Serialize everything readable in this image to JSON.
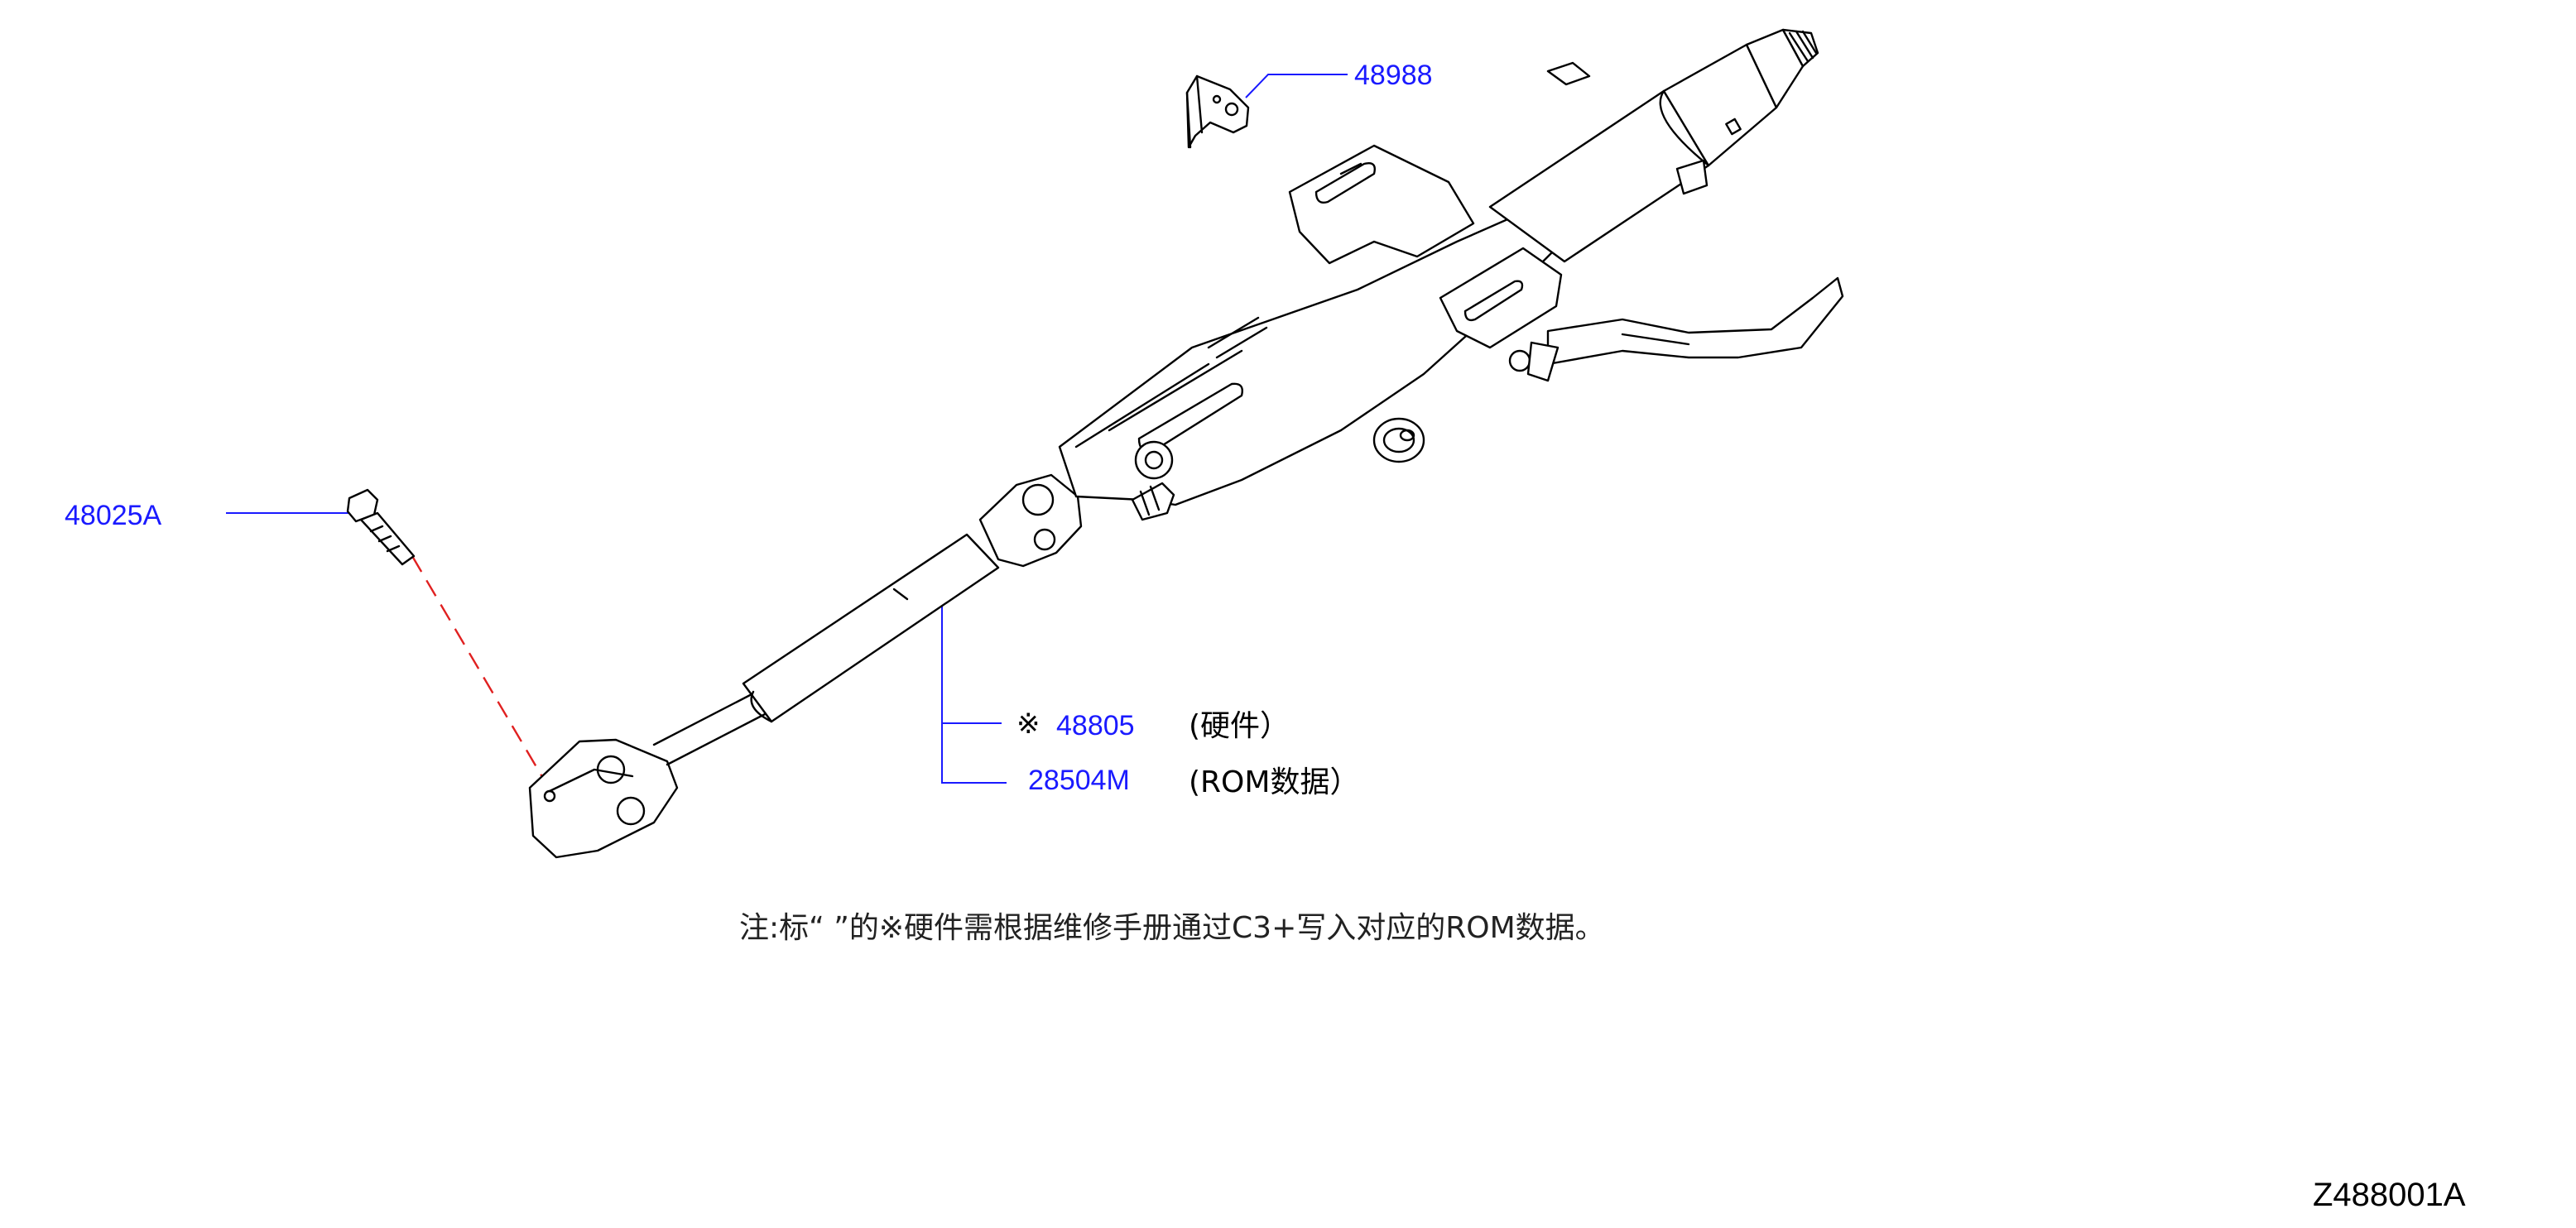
{
  "callouts": {
    "p48988": "48988",
    "p48025A": "48025A",
    "p48805": "48805",
    "p28504M": "28504M"
  },
  "descriptions": {
    "hardware": "(硬件）",
    "rom_data": "(ROM数据）"
  },
  "marks": {
    "reference_mark": "※"
  },
  "note": "注:标“ ”的※硬件需根据维修手册通过C3+写入对应的ROM数据。",
  "figure_id": "Z488001A",
  "colors": {
    "callout_blue": "#1a1aff",
    "dashed_red": "#e02020",
    "line_black": "#000000"
  }
}
